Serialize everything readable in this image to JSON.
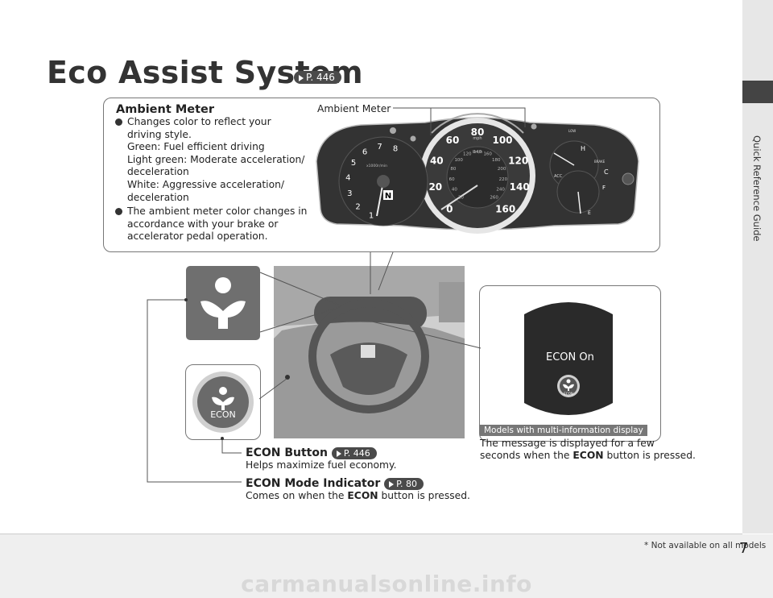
{
  "page": {
    "title": "Eco Assist System",
    "title_ref": "P. 446",
    "number": "7"
  },
  "side_tab": {
    "label": "Quick Reference Guide"
  },
  "ambient_meter": {
    "heading": "Ambient Meter",
    "bullet1": "Changes color to reflect your driving style.",
    "green": "Green: Fuel efficient driving",
    "light_green": "Light green: Moderate acceleration/ deceleration",
    "white": "White: Aggressive acceleration/ deceleration",
    "bullet2": "The ambient meter color changes in accordance with your brake or accelerator pedal operation.",
    "callout_label": "Ambient Meter"
  },
  "cluster": {
    "speed_ticks": [
      "0",
      "20",
      "40",
      "60",
      "80",
      "100",
      "120",
      "140",
      "160"
    ],
    "kmh_ticks": [
      "20",
      "40",
      "60",
      "80",
      "100",
      "120",
      "140",
      "160",
      "180",
      "200",
      "220",
      "240",
      "260"
    ],
    "speed_unit": "mph",
    "kmh_unit": "km/h",
    "rpm_ticks": [
      "1",
      "2",
      "3",
      "4",
      "5",
      "6",
      "7",
      "8"
    ],
    "rpm_unit": "x1000r/min",
    "temp_hi": "H",
    "temp_lo": "C",
    "fuel_full": "F",
    "fuel_empty": "E",
    "acc_label": "ACC",
    "brake_label": "BRAKE",
    "low_label": "LOW",
    "gear": "N"
  },
  "econ_button": {
    "heading": "ECON Button",
    "ref": "P. 446",
    "description": "Helps maximize fuel economy.",
    "icon_text": "ECON"
  },
  "econ_indicator": {
    "heading": "ECON Mode Indicator",
    "ref": "P. 80",
    "description_pre": "Comes on when the ",
    "description_bold": "ECON",
    "description_post": " button is pressed."
  },
  "mid_display": {
    "screen_text": "ECON On",
    "icon_text": "ECON",
    "badge": "Models with multi-information display",
    "message_pre": "The message is displayed for a few seconds when the ",
    "message_bold": "ECON",
    "message_post": " button is pressed."
  },
  "footnote": "* Not available on all models",
  "watermark": "carmanualsonline.info"
}
